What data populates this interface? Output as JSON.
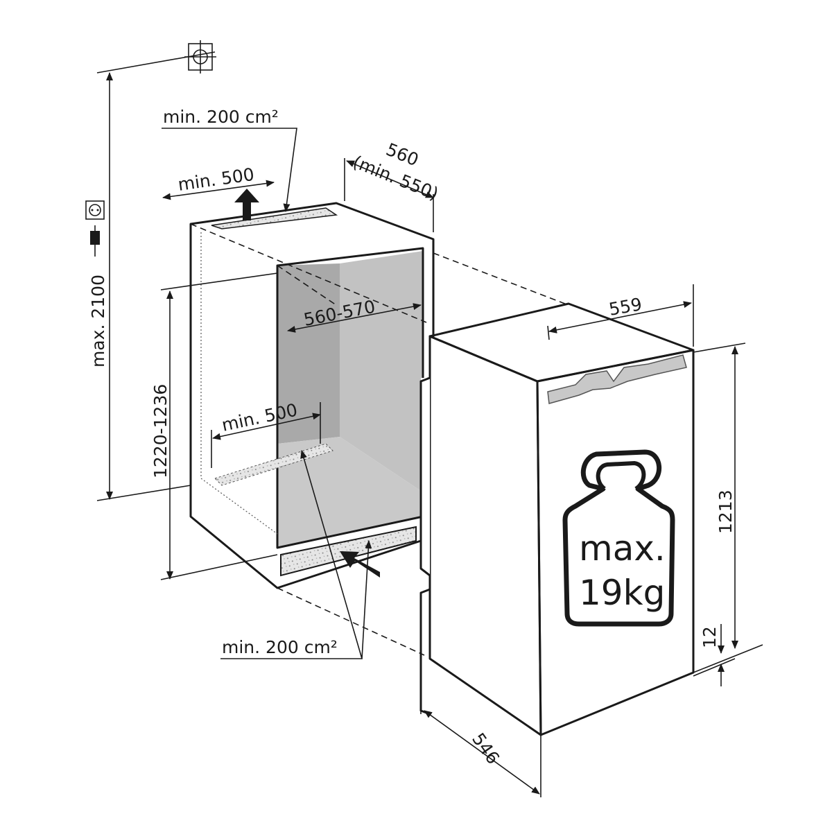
{
  "labels": {
    "top_vent_area": "min. 200 cm²",
    "niche_depth": "560",
    "niche_depth_min": "(min. 550)",
    "top_vent_width": "min. 500",
    "max_height": "max. 2100",
    "niche_width": "560-570",
    "niche_height": "1220-1236",
    "bottom_vent_width": "min. 500",
    "bottom_vent_area": "min. 200 cm²",
    "appliance_width": "559",
    "appliance_height": "1213",
    "plinth_gap": "12",
    "appliance_depth": "546"
  },
  "weight_badge": {
    "line1": "max.",
    "line2": "19kg"
  },
  "colors": {
    "line": "#1a1a1a",
    "niche_back": "#b5b5b5",
    "niche_floor": "#c9c9c9",
    "panel": "#c8c8c8"
  },
  "icons": [
    "ceiling-mount-symbol-icon",
    "power-socket-icon",
    "power-plug-icon",
    "airflow-arrow-icon",
    "weight-icon"
  ]
}
